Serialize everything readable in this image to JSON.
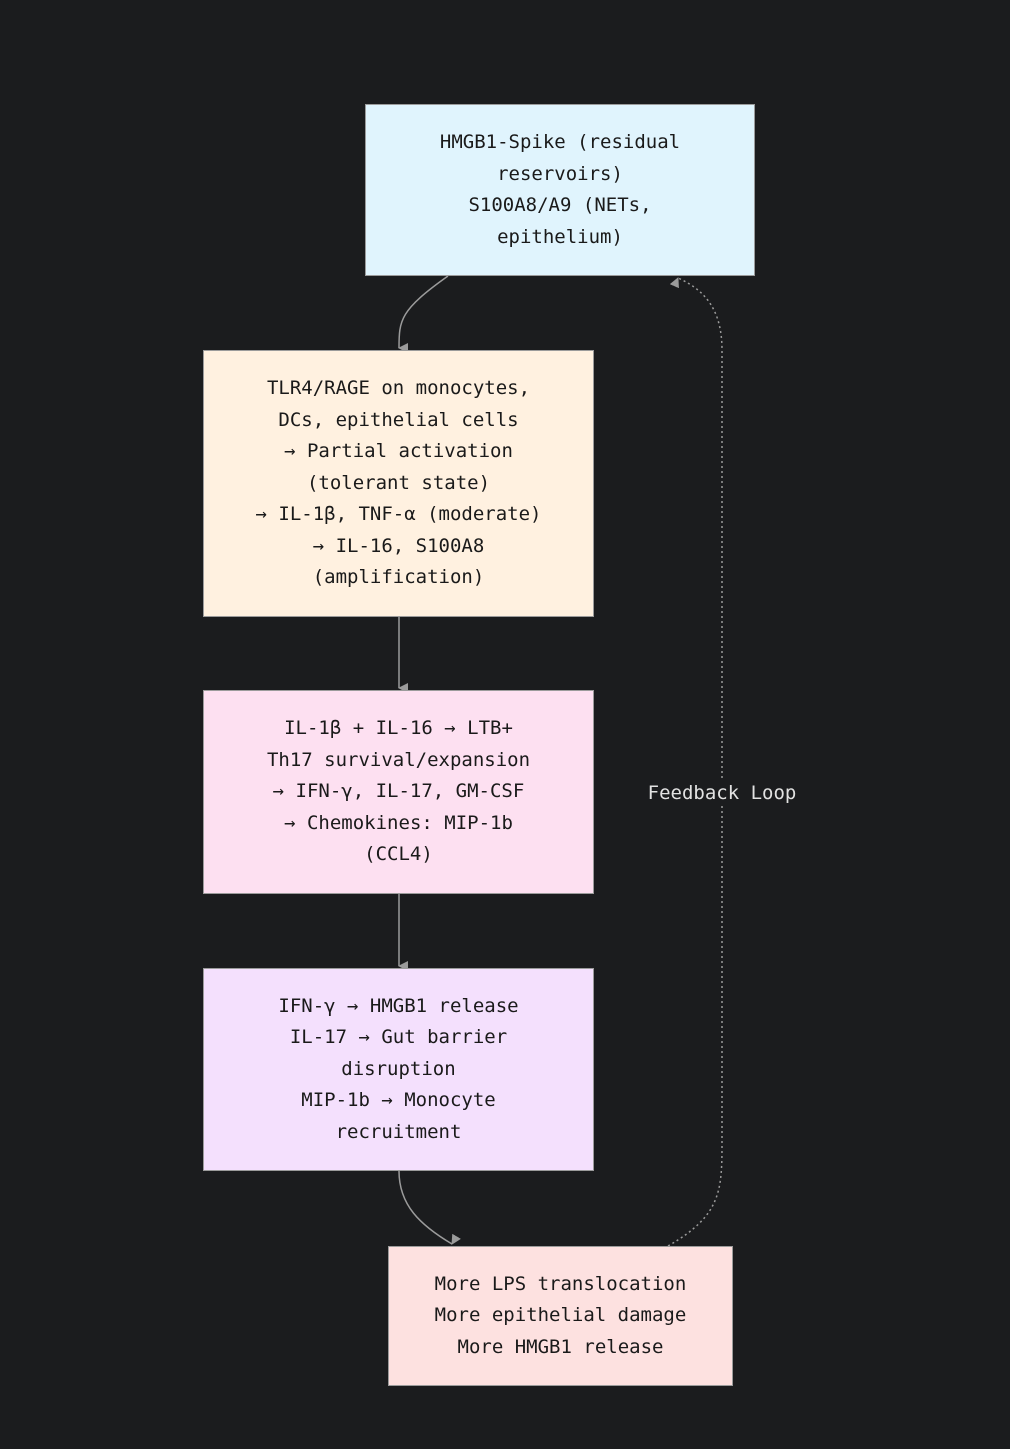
{
  "nodes": {
    "n1": {
      "lines": [
        "HMGB1-Spike (residual",
        "reservoirs)",
        "S100A8/A9 (NETs,",
        "epithelium)"
      ],
      "fill": "#e0f4fd"
    },
    "n2": {
      "lines": [
        "TLR4/RAGE on monocytes,",
        "DCs, epithelial cells",
        "→ Partial activation",
        "(tolerant state)",
        "→ IL-1β, TNF-α (moderate)",
        "→ IL-16, S100A8",
        "(amplification)"
      ],
      "fill": "#fff1e0"
    },
    "n3": {
      "lines": [
        "IL-1β + IL-16 → LTB+",
        "Th17 survival/expansion",
        "→ IFN-γ, IL-17, GM-CSF",
        "→ Chemokines: MIP-1b",
        "(CCL4)"
      ],
      "fill": "#fde0f1"
    },
    "n4": {
      "lines": [
        "IFN-γ → HMGB1 release",
        "IL-17 → Gut barrier",
        "disruption",
        "MIP-1b → Monocyte",
        "recruitment"
      ],
      "fill": "#f4e0fd"
    },
    "n5": {
      "lines": [
        "More LPS translocation",
        "More epithelial damage",
        "More HMGB1 release"
      ],
      "fill": "#fde1e0"
    }
  },
  "edges": [
    {
      "from": "n1",
      "to": "n2",
      "style": "solid"
    },
    {
      "from": "n2",
      "to": "n3",
      "style": "solid"
    },
    {
      "from": "n3",
      "to": "n4",
      "style": "solid"
    },
    {
      "from": "n4",
      "to": "n5",
      "style": "solid"
    },
    {
      "from": "n5",
      "to": "n1",
      "style": "dotted",
      "label": "Feedback Loop"
    }
  ],
  "colors": {
    "background": "#1b1c1e",
    "edge": "#9b9b9b",
    "label_text": "#e2e2e2",
    "node_text": "#1a1a1a"
  }
}
